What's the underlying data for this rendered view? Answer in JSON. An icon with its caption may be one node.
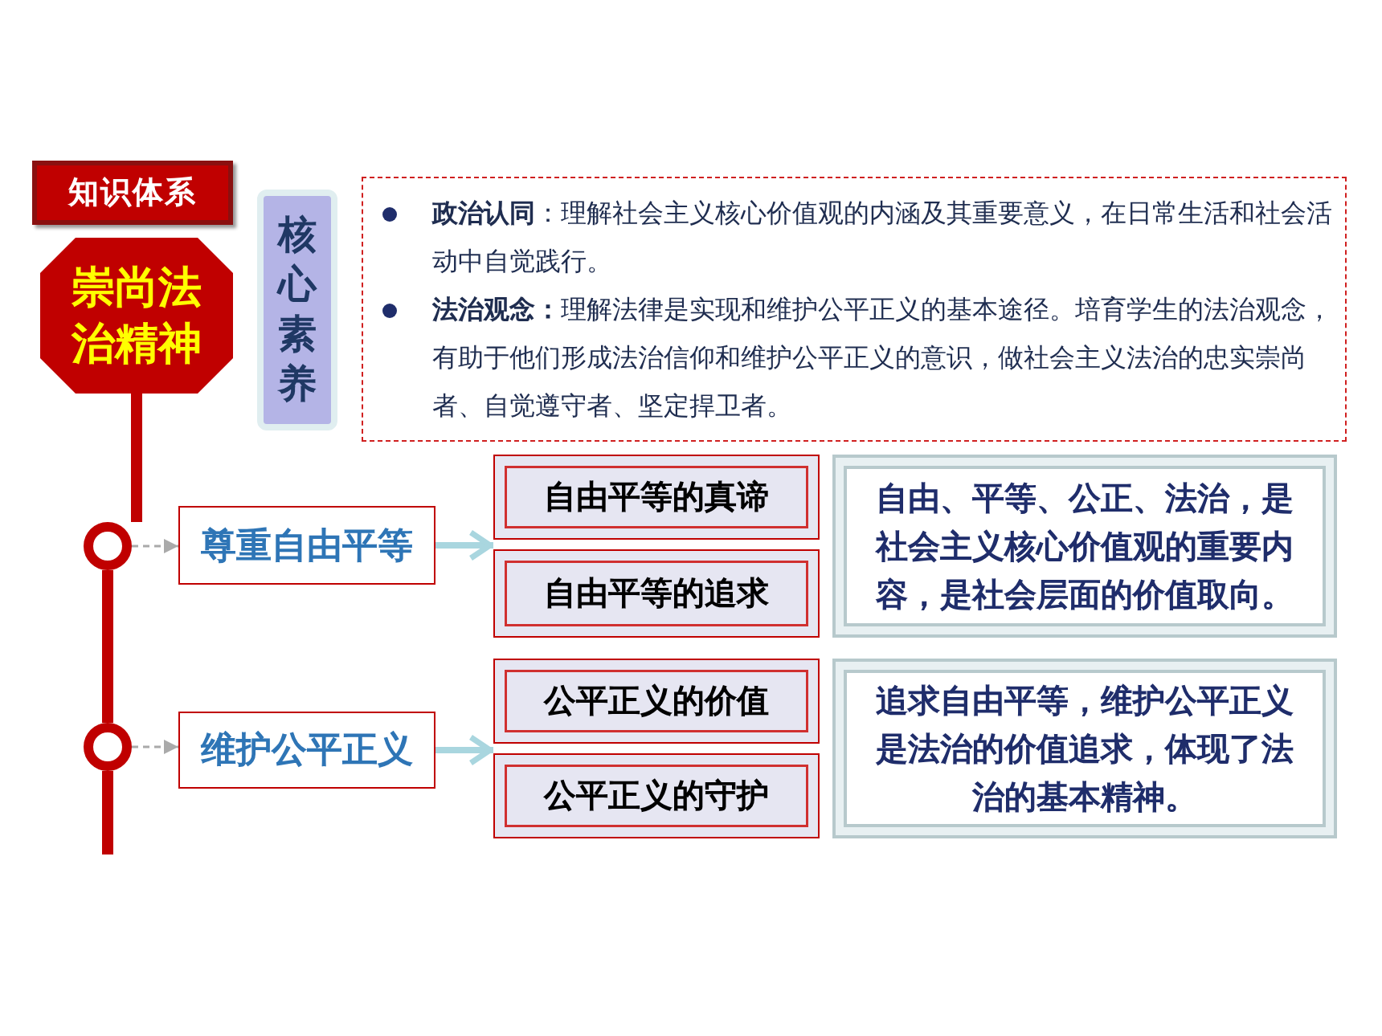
{
  "diagram": {
    "nodes": [
      {
        "text": [
          "知识体系"
        ]
      },
      {
        "text": [
          "崇尚法治精神"
        ]
      },
      {
        "text": [
          "核心素养"
        ]
      },
      {
        "text": [
          "**政治认同**：理解社会主义核心价值观的内涵及其重要意义，在日常生活和社会活动中自觉践行。",
          "**法治观念：**理解法律是实现和维护公平正义的基本途径。培育学生的法治观念，有助于他们形成法治信仰和维护公平正义的意识，做社会主义法治的忠实崇尚者、自觉遵守者、坚定捍卫者。"
        ]
      },
      {
        "text": [],
        "shape": "circle"
      },
      {
        "text": [
          "尊重自由平等"
        ]
      },
      {
        "text": [
          "自由平等的真谛"
        ]
      },
      {
        "text": [
          "自由平等的追求"
        ]
      },
      {
        "text": [
          "自由、平等、公正、法治，是社会主义核心价值观的重要内容，是社会层面的价值取向。"
        ]
      },
      {
        "text": [],
        "shape": "circle"
      },
      {
        "text": [
          "维护公平正义"
        ]
      },
      {
        "text": [
          "公平正义的价值"
        ]
      },
      {
        "text": [
          "公平正义的守护"
        ]
      },
      {
        "text": [
          "追求自由平等，维护公平正义是法治的价值追求，体现了法治的基本精神。"
        ]
      }
    ],
    "edges": [
      {
        "from": 1,
        "to": 4,
        "arrow": "none",
        "color": "#c00000"
      },
      {
        "from": 4,
        "to": 9,
        "arrow": "none",
        "color": "#c00000"
      },
      {
        "from": 4,
        "to": 5,
        "arrow": "to",
        "style": "dashed"
      },
      {
        "from": 5,
        "to": 6,
        "arrow": "to",
        "color": "#a9d6df"
      },
      {
        "from": 5,
        "to": 7,
        "arrow": "to",
        "color": "#a9d6df"
      },
      {
        "from": 9,
        "to": 10,
        "arrow": "to",
        "style": "dashed"
      },
      {
        "from": 10,
        "to": 11,
        "arrow": "to",
        "color": "#a9d6df"
      },
      {
        "from": 10,
        "to": 12,
        "arrow": "to",
        "color": "#a9d6df"
      }
    ]
  }
}
